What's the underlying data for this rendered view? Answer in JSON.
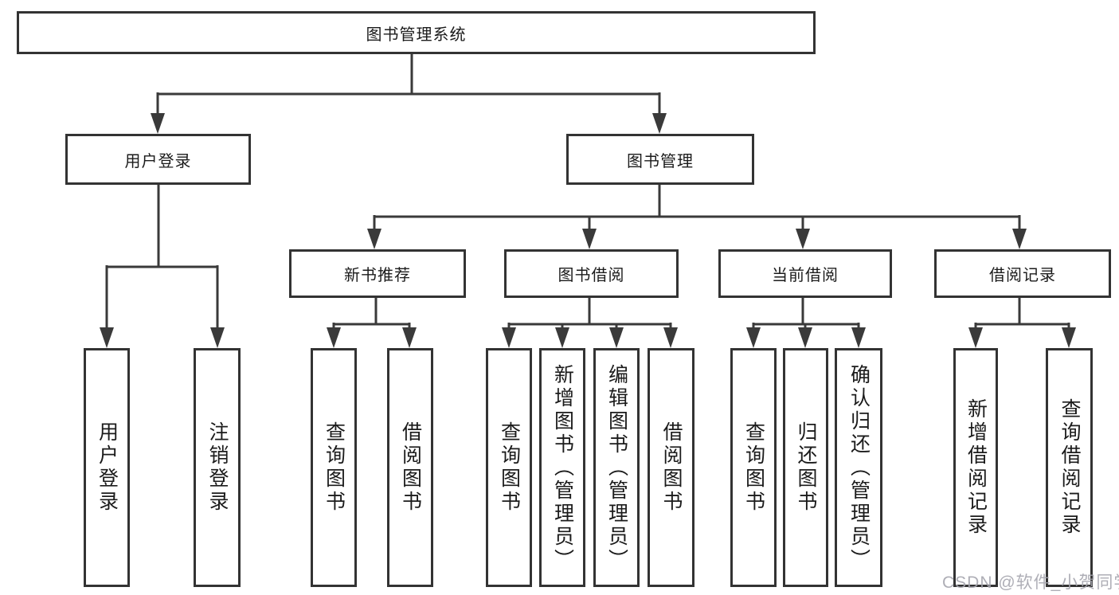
{
  "diagram": {
    "root": {
      "label": "图书管理系统"
    },
    "level2": [
      {
        "label": "用户登录"
      },
      {
        "label": "图书管理"
      }
    ],
    "level3": [
      {
        "label": "新书推荐"
      },
      {
        "label": "图书借阅"
      },
      {
        "label": "当前借阅"
      },
      {
        "label": "借阅记录"
      }
    ],
    "leaves": {
      "login": [
        "用户登录",
        "注销登录"
      ],
      "recommend": [
        "查询图书",
        "借阅图书"
      ],
      "borrow": [
        "查询图书",
        "新增图书（管理员）",
        "编辑图书（管理员）",
        "借阅图书"
      ],
      "current": [
        "查询图书",
        "归还图书",
        "确认归还（管理员）"
      ],
      "records": [
        "新增借阅记录",
        "查询借阅记录"
      ]
    }
  },
  "watermark": {
    "text": "CSDN @软件_小贺同学"
  },
  "colors": {
    "background": "#ffffff",
    "box_border": "#333333",
    "line": "#3a3a3a",
    "text": "#1b1b1b",
    "watermark": "#a5a5ae"
  }
}
